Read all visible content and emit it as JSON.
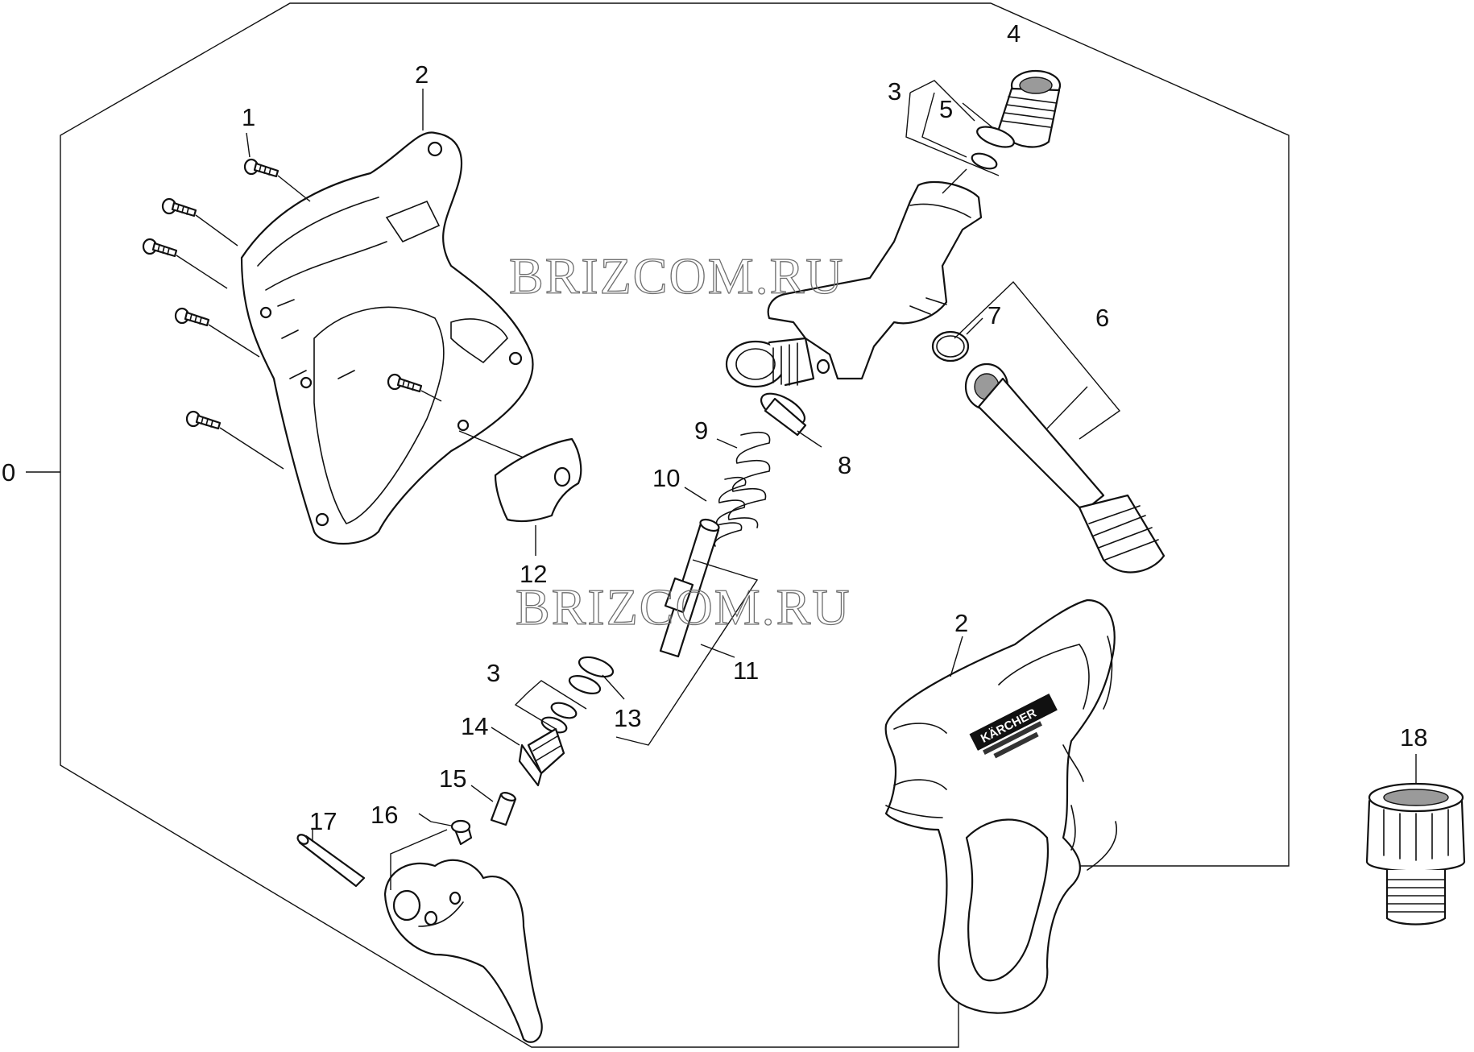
{
  "watermark": "BRIZCOM.RU",
  "brand": "KÄRCHER",
  "labels": {
    "l0": "0",
    "l1": "1",
    "l2a": "2",
    "l2b": "2",
    "l3a": "3",
    "l3b": "3",
    "l4": "4",
    "l5": "5",
    "l6": "6",
    "l7": "7",
    "l8": "8",
    "l9": "9",
    "l10": "10",
    "l11": "11",
    "l12": "12",
    "l13": "13",
    "l14": "14",
    "l15": "15",
    "l16": "16",
    "l17": "17",
    "l18": "18"
  },
  "colors": {
    "line": "#111111",
    "shade": "#9a9a9a",
    "watermark": "#6e6e6e"
  }
}
